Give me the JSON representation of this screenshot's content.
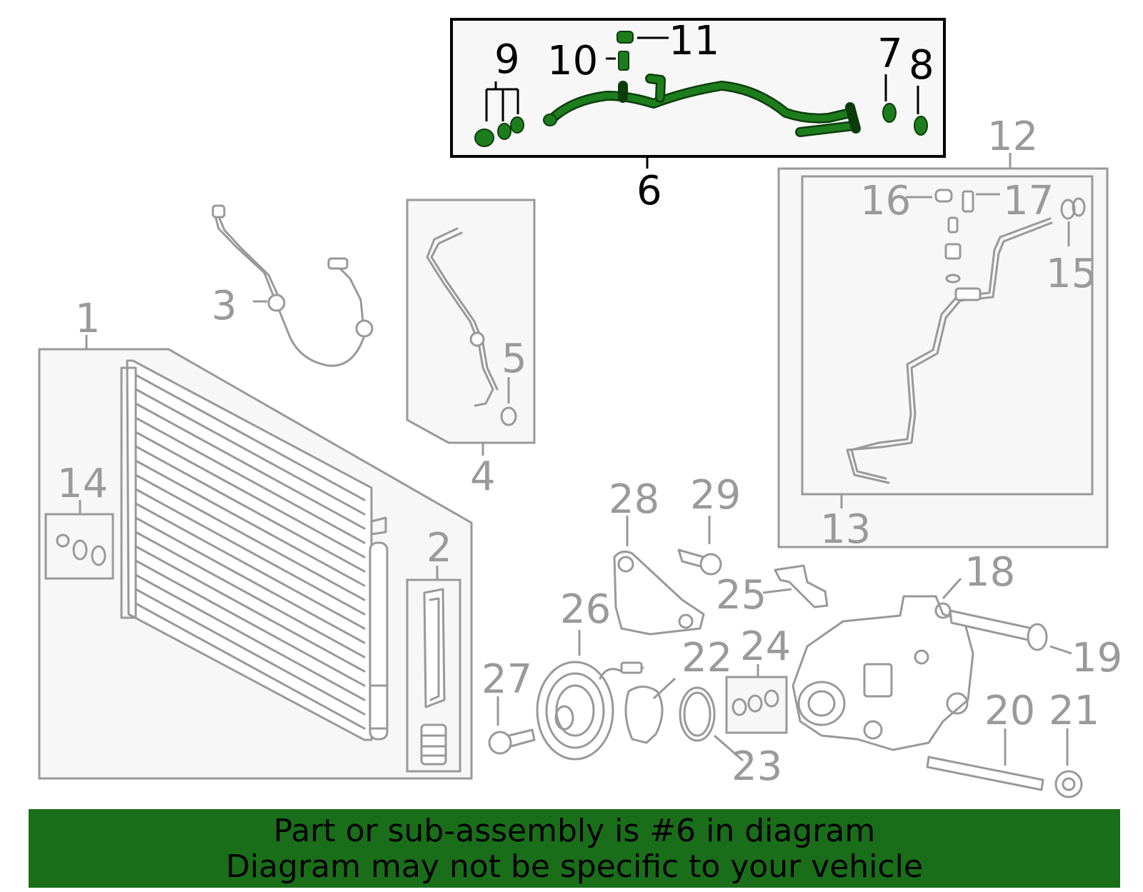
{
  "labels": {
    "p1": "1",
    "p2": "2",
    "p3": "3",
    "p4": "4",
    "p5": "5",
    "p6": "6",
    "p7": "7",
    "p8": "8",
    "p9": "9",
    "p10": "10",
    "p11": "11",
    "p12": "12",
    "p13": "13",
    "p14": "14",
    "p15": "15",
    "p16": "16",
    "p17": "17",
    "p18": "18",
    "p19": "19",
    "p20": "20",
    "p21": "21",
    "p22": "22",
    "p23": "23",
    "p24": "24",
    "p25": "25",
    "p26": "26",
    "p27": "27",
    "p28": "28",
    "p29": "29"
  },
  "highlighted_part": "6",
  "colors": {
    "highlight": "#1d7d1d",
    "banner": "#1a6e1a",
    "parts": "#999999"
  },
  "banner": {
    "line1": "Part or sub-assembly is #6 in diagram",
    "line2": "Diagram may not be specific to your vehicle"
  }
}
